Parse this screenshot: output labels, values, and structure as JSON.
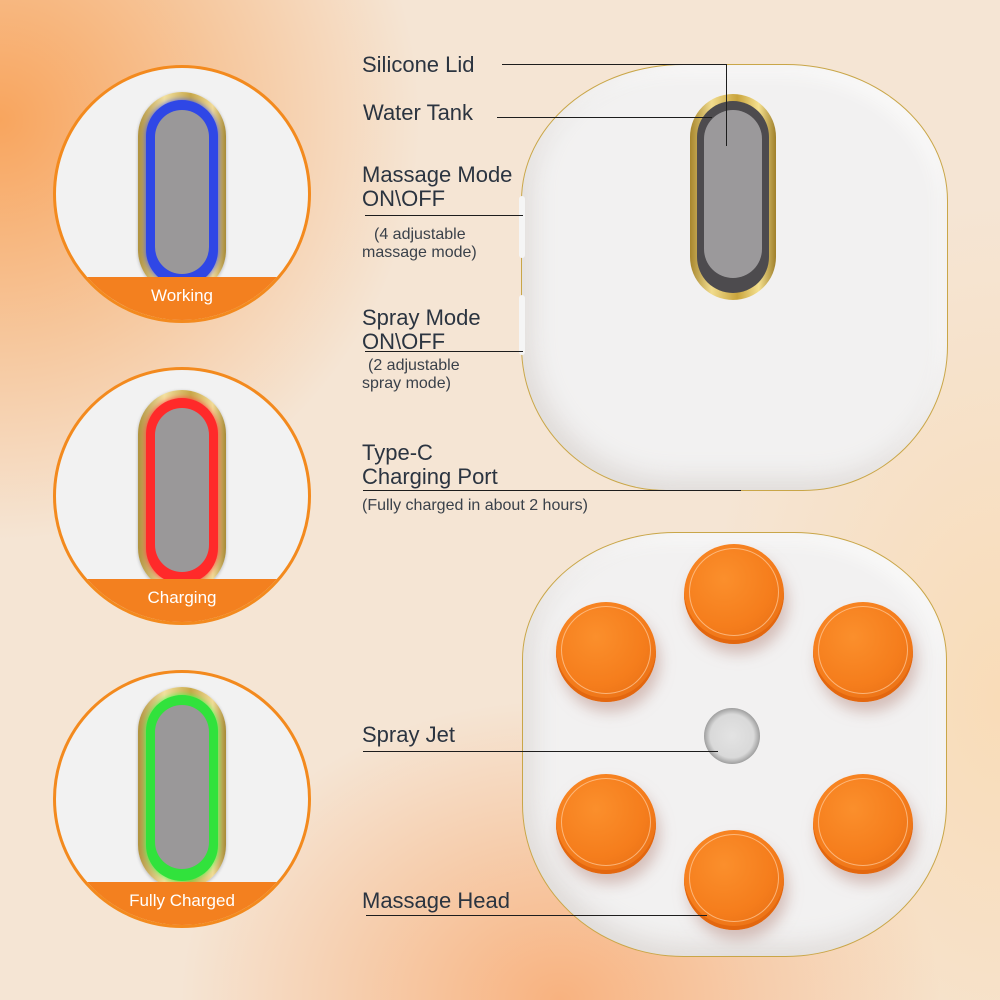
{
  "status_indicators": [
    {
      "label": "Working",
      "light_color": "#2f47e6"
    },
    {
      "label": "Charging",
      "light_color": "#ff2a2a"
    },
    {
      "label": "Fully Charged",
      "light_color": "#31e23c"
    }
  ],
  "callouts": {
    "silicone_lid": "Silicone Lid",
    "water_tank": "Water Tank",
    "massage_mode_line1": "Massage Mode",
    "massage_mode_line2": "ON\\OFF",
    "massage_mode_note_line1": "(4 adjustable",
    "massage_mode_note_line2": "massage mode)",
    "spray_mode_line1": "Spray Mode",
    "spray_mode_line2": "ON\\OFF",
    "spray_mode_note_line1": "(2 adjustable",
    "spray_mode_note_line2": "spray mode)",
    "type_c_line1": "Type-C",
    "type_c_line2": "Charging Port",
    "type_c_note": "(Fully charged in about 2 hours)",
    "spray_jet": "Spray Jet",
    "massage_head": "Massage Head"
  },
  "colors": {
    "accent_orange": "#f3801f",
    "gold_trim": "#c9a648",
    "text_dark": "#2b3440"
  }
}
